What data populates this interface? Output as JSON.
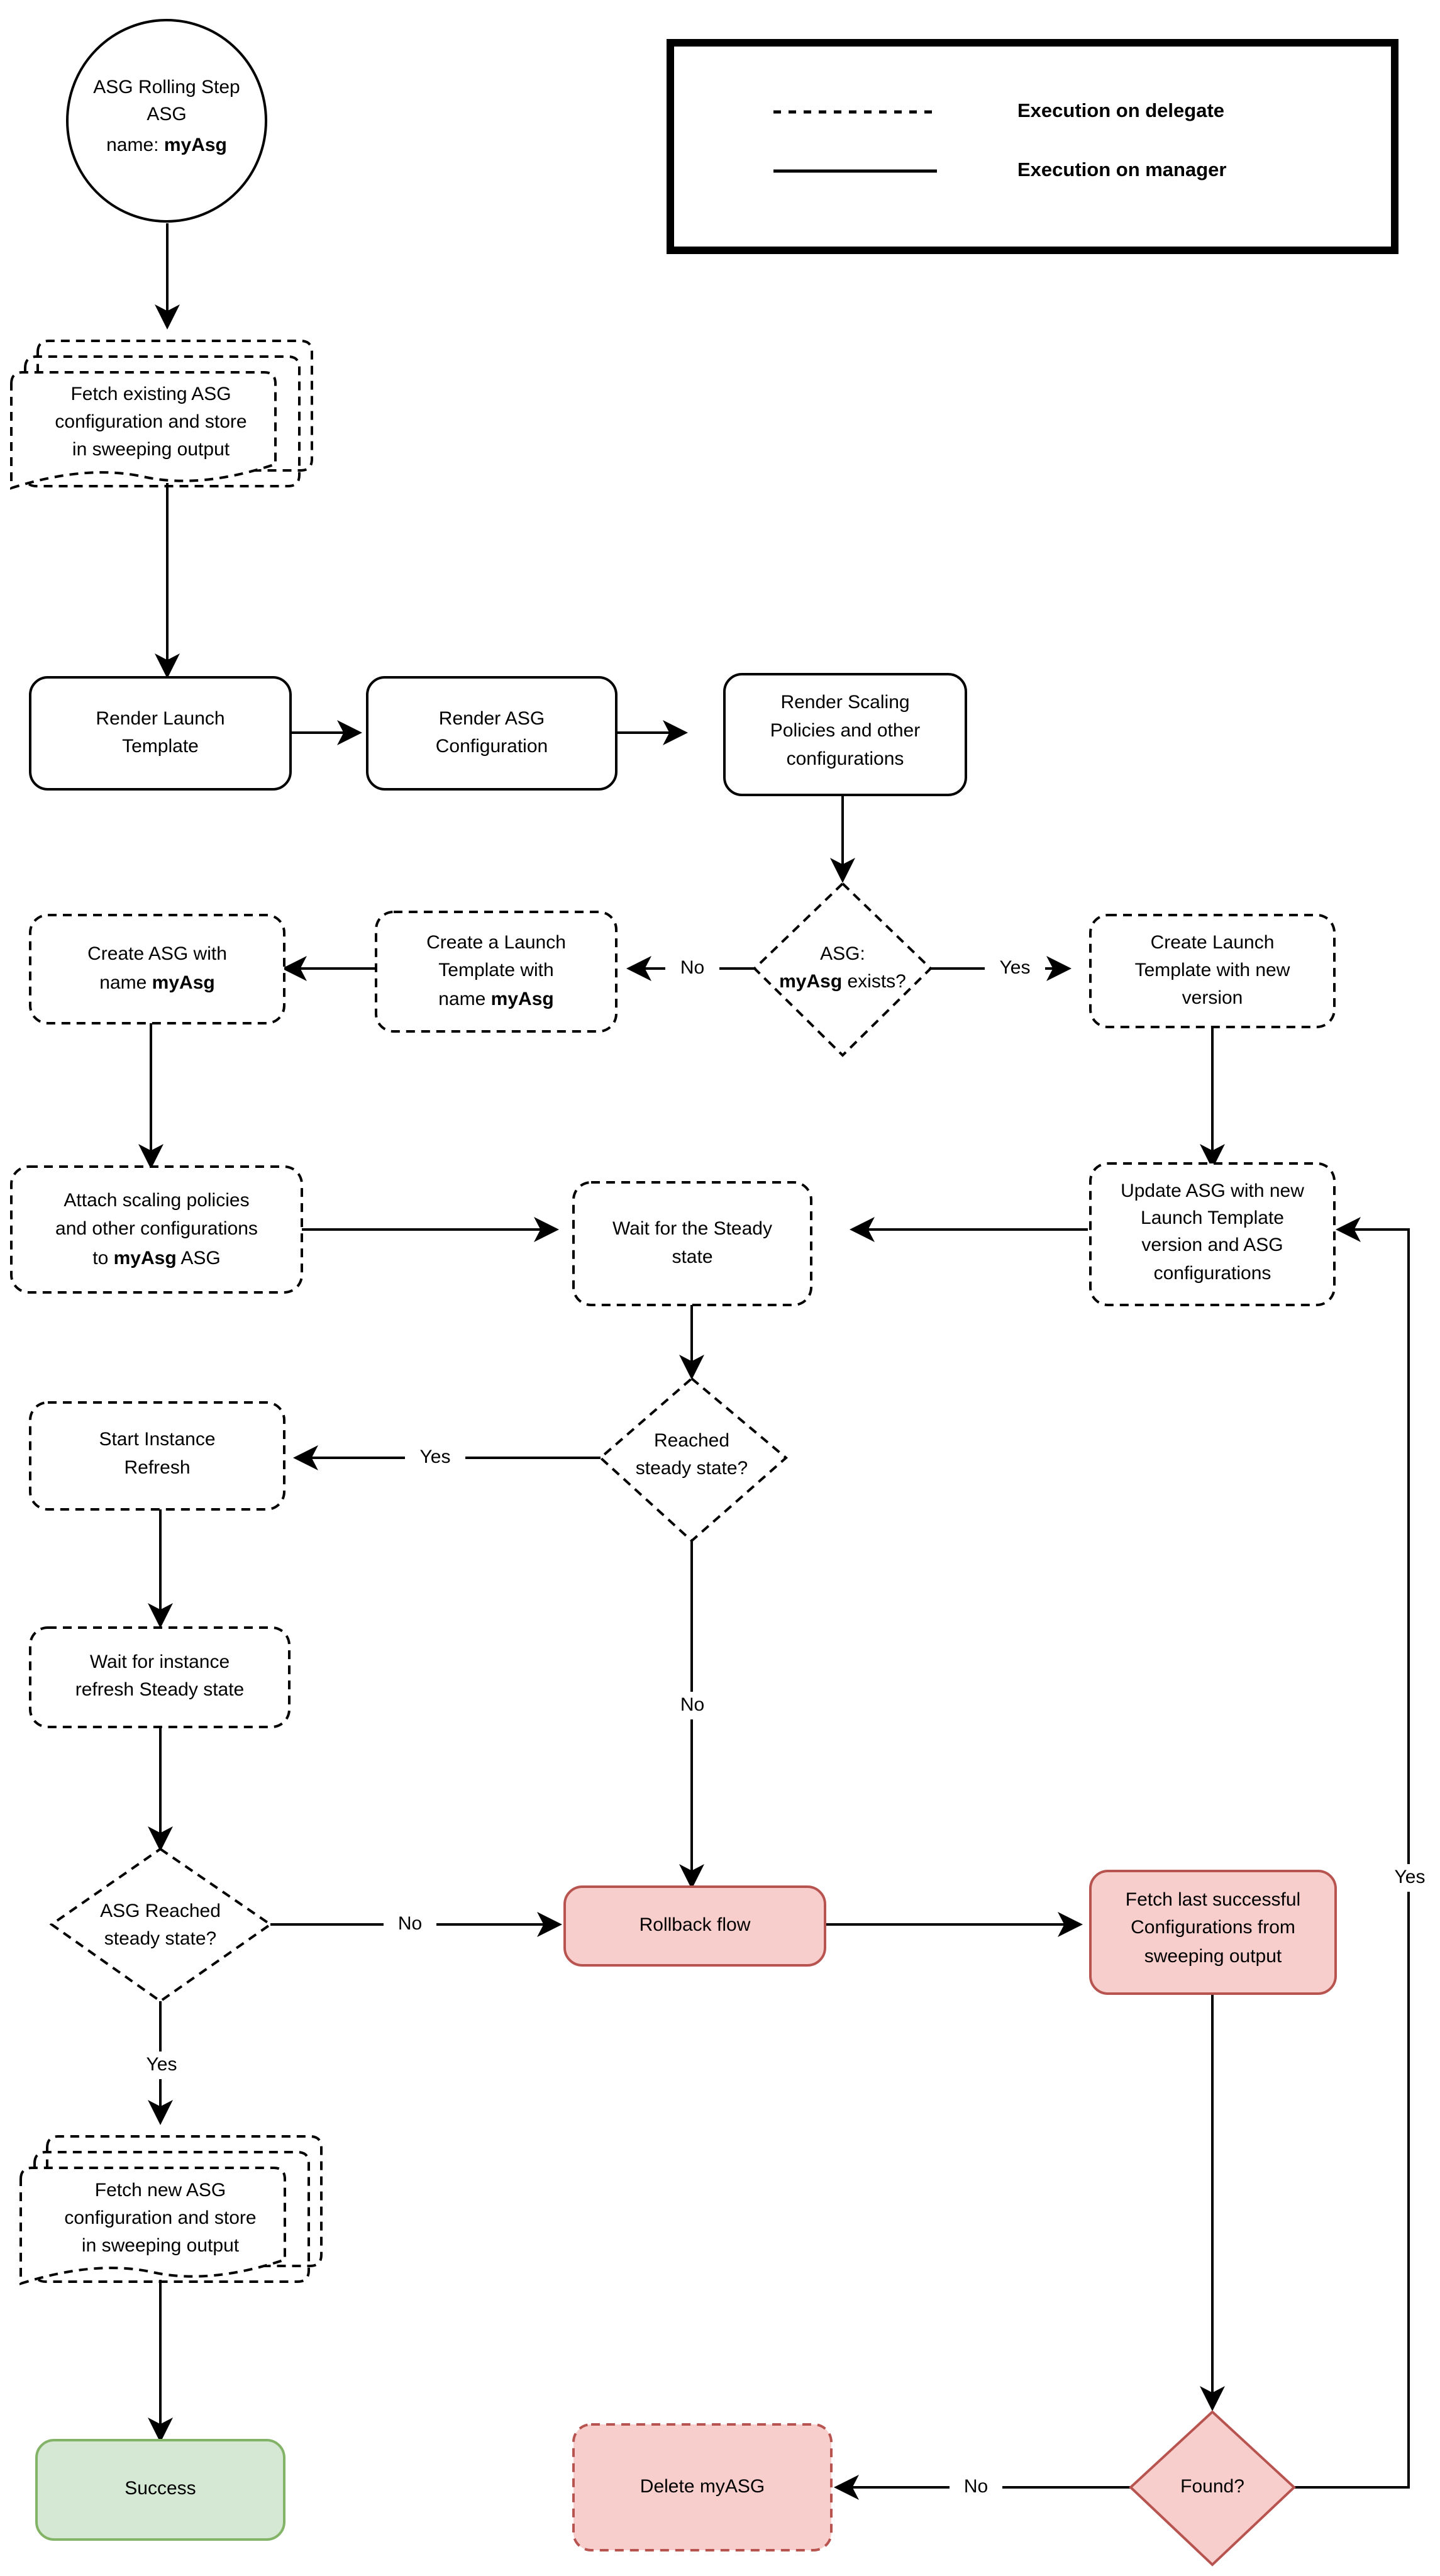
{
  "diagram": {
    "title": "ASG Rolling Step flowchart",
    "colors": {
      "pink_fill": "#f8cecc",
      "pink_stroke": "#b85450",
      "green_fill": "#d5e8d4",
      "green_stroke": "#82b366",
      "line": "#000000",
      "background": "#ffffff"
    }
  },
  "legend": {
    "items": [
      {
        "style": "dashed",
        "label": "Execution on delegate"
      },
      {
        "style": "solid",
        "label": "Execution on manager"
      }
    ]
  },
  "nodes": {
    "start": {
      "shape": "ellipse",
      "line1": "ASG Rolling Step",
      "line2": "ASG",
      "line3_pre": "name: ",
      "line3_bold": "myAsg"
    },
    "fetch_existing": {
      "shape": "multi-document",
      "style": "dashed",
      "line1": "Fetch existing ASG",
      "line2": "configuration and store",
      "line3": "in sweeping output"
    },
    "render_lt": {
      "shape": "rounded-rect",
      "style": "solid",
      "line1": "Render Launch",
      "line2": "Template"
    },
    "render_asg": {
      "shape": "rounded-rect",
      "style": "solid",
      "line1": "Render ASG",
      "line2": "Configuration"
    },
    "render_scaling": {
      "shape": "rounded-rect",
      "style": "solid",
      "line1": "Render Scaling",
      "line2": "Policies and other",
      "line3": "configurations"
    },
    "asg_exists": {
      "shape": "diamond",
      "style": "dashed",
      "line1": "ASG:",
      "line2_bold": "myAsg",
      "line2_rest": " exists?"
    },
    "create_lt_new_version": {
      "shape": "rounded-rect",
      "style": "dashed",
      "line1": "Create Launch",
      "line2": "Template with new",
      "line3": "version"
    },
    "create_a_lt": {
      "shape": "rounded-rect",
      "style": "dashed",
      "line1": "Create a Launch",
      "line2": "Template with",
      "line3_pre": "name ",
      "line3_bold": "myAsg"
    },
    "create_asg": {
      "shape": "rounded-rect",
      "style": "dashed",
      "line1": "Create ASG with",
      "line2_pre": "name ",
      "line2_bold": "myAsg"
    },
    "attach_policies": {
      "shape": "rounded-rect",
      "style": "dashed",
      "line1": "Attach scaling policies",
      "line2": "and other configurations",
      "line3_pre": "to ",
      "line3_bold": "myAsg",
      "line3_post": " ASG"
    },
    "wait_steady": {
      "shape": "rounded-rect",
      "style": "dashed",
      "line1": "Wait for the Steady",
      "line2": "state"
    },
    "update_asg": {
      "shape": "rounded-rect",
      "style": "dashed",
      "line1": "Update ASG with new",
      "line2": "Launch Template",
      "line3": "version and ASG",
      "line4": "configurations"
    },
    "reached_steady": {
      "shape": "diamond",
      "style": "dashed",
      "line1": "Reached",
      "line2": "steady state?"
    },
    "start_refresh": {
      "shape": "rounded-rect",
      "style": "dashed",
      "line1": "Start Instance",
      "line2": "Refresh"
    },
    "wait_refresh": {
      "shape": "rounded-rect",
      "style": "dashed",
      "line1": "Wait for instance",
      "line2": "refresh Steady state"
    },
    "asg_reached_steady": {
      "shape": "diamond",
      "style": "dashed",
      "line1": "ASG Reached",
      "line2": "steady state?"
    },
    "rollback_flow": {
      "shape": "rounded-rect",
      "style": "solid-pink",
      "line1": "Rollback flow"
    },
    "fetch_last_success": {
      "shape": "rounded-rect",
      "style": "solid-pink",
      "line1": "Fetch last successful",
      "line2": "Configurations from",
      "line3": "sweeping output"
    },
    "fetch_new_asg": {
      "shape": "multi-document",
      "style": "dashed",
      "line1": "Fetch new ASG",
      "line2": "configuration and store",
      "line3": "in sweeping output"
    },
    "success": {
      "shape": "rounded-rect",
      "style": "solid-green",
      "line1": "Success"
    },
    "delete_myasg": {
      "shape": "rounded-rect",
      "style": "dashed-pink",
      "line1": "Delete myASG"
    },
    "found": {
      "shape": "diamond",
      "style": "solid-pink",
      "line1": "Found?"
    }
  },
  "edge_labels": {
    "asg_exists_no": "No",
    "asg_exists_yes": "Yes",
    "reached_steady_yes": "Yes",
    "reached_steady_no": "No",
    "asg_reached_no": "No",
    "asg_reached_yes": "Yes",
    "found_no": "No",
    "found_yes": "Yes"
  }
}
